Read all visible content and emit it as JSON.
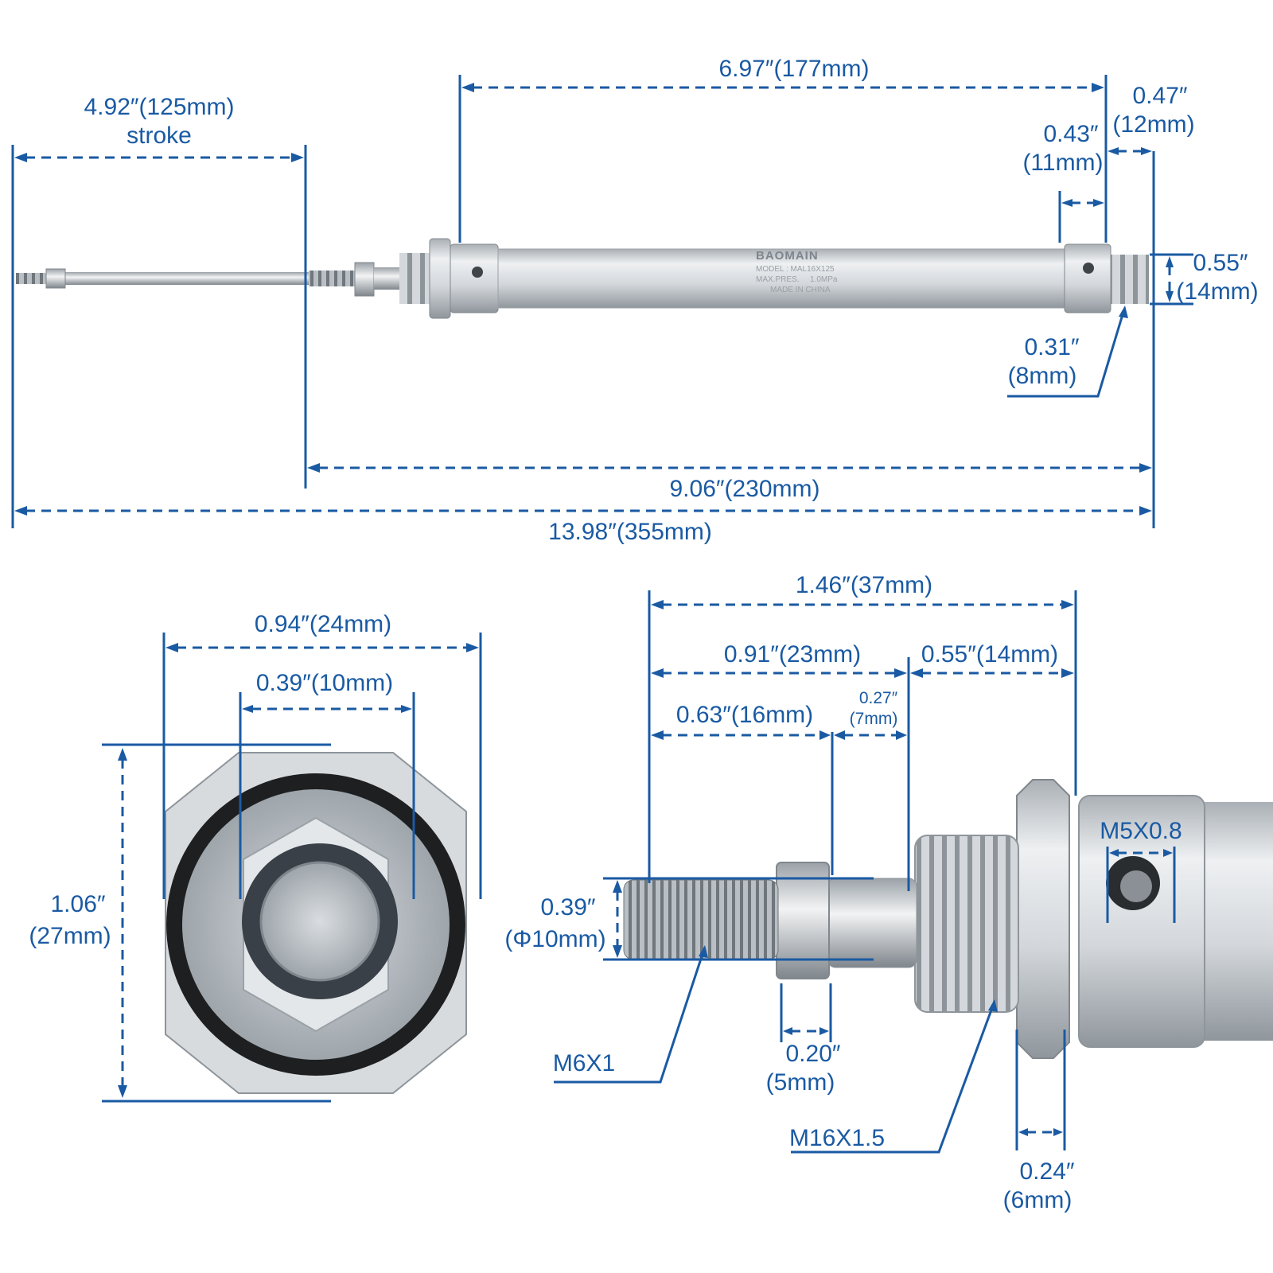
{
  "colors": {
    "dimension": "#1a5aa3",
    "metal": "#c9ced3",
    "metal_dark": "#8e959b"
  },
  "cylinder_marking": {
    "brand": "BAOMAIN",
    "model": "MODEL : MAL16X125",
    "pressure_label": "MAX.PRES.",
    "pressure_value": "1.0MPa",
    "origin": "MADE IN CHINA"
  },
  "top_view": {
    "stroke_value": "4.92″(125mm)",
    "stroke_word": "stroke",
    "body_length": "6.97″(177mm)",
    "rear_thread_length": "0.47″",
    "rear_thread_length_mm": "(12mm)",
    "rear_cap_width": "0.43″",
    "rear_cap_width_mm": "(11mm)",
    "rear_thread_dia": "0.55″",
    "rear_thread_dia_mm": "(14mm)",
    "port_offset": "0.31″",
    "port_offset_mm": "(8mm)",
    "retracted_length": "9.06″(230mm)",
    "extended_length": "13.98″(355mm)"
  },
  "end_view": {
    "hex_width": "0.94″(24mm)",
    "nut_width": "0.39″(10mm)",
    "height": "1.06″",
    "height_mm": "(27mm)"
  },
  "detail_view": {
    "total": "1.46″(37mm)",
    "rod_to_thread": "0.91″(23mm)",
    "thread_length": "0.55″(14mm)",
    "rod_thread": "0.63″(16mm)",
    "rod_neck": "0.27″",
    "rod_neck_mm": "(7mm)",
    "port_thread": "M5X0.8",
    "rod_dia": "0.39″",
    "rod_dia_mm": "(Φ10mm)",
    "rod_thread_spec": "M6X1",
    "nut_thickness": "0.20″",
    "nut_thickness_mm": "(5mm)",
    "mount_thread_spec": "M16X1.5",
    "mount_nut": "0.24″",
    "mount_nut_mm": "(6mm)"
  }
}
